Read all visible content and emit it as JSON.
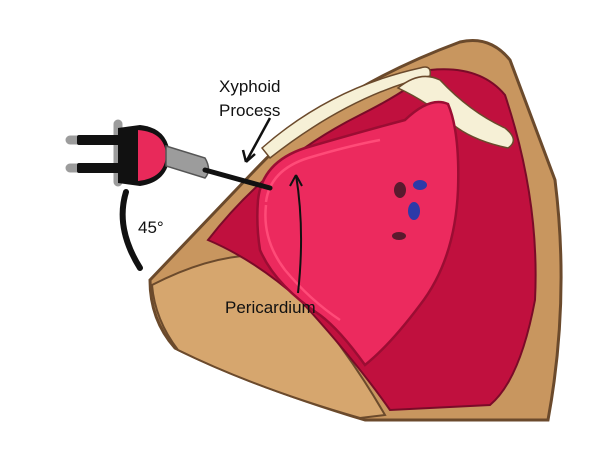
{
  "labels": {
    "xyphoid_line1": "Xyphoid",
    "xyphoid_line2": "Process",
    "angle": "45°",
    "pericardium": "Pericardium"
  },
  "colors": {
    "skin": "#c8965f",
    "skin_outline": "#6b4a2c",
    "tissue_dark": "#c0103e",
    "heart": "#ec2a5e",
    "heart_outline": "#9b0d33",
    "pericardium_line": "#ff4b78",
    "rib": "#f6f0d6",
    "vessel_blue": "#2d3aa8",
    "vessel_dark": "#5a1a2e",
    "syringe_body": "#9c9c9c",
    "syringe_fluid": "#e8295a",
    "ink": "#111111"
  },
  "icons": [
    "syringe-icon",
    "needle-icon"
  ]
}
